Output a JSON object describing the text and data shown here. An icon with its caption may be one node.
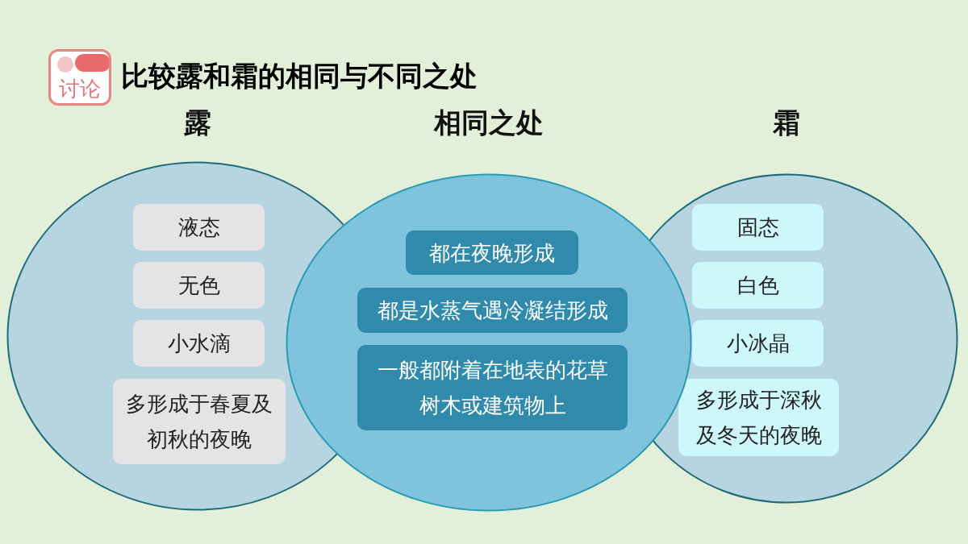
{
  "diagram": {
    "title": "比较露和霜的相同与不同之处",
    "nodes": [
      {
        "text": [
          "露"
        ]
      },
      {
        "text": [
          "液态"
        ],
        "in": 0
      },
      {
        "text": [
          "无色"
        ],
        "in": 0
      },
      {
        "text": [
          "小水滴"
        ],
        "in": 0
      },
      {
        "text": [
          "多形成于春夏及初秋的夜晚"
        ],
        "in": 0
      },
      {
        "text": [
          "相同之处"
        ]
      },
      {
        "text": [
          "都在夜晚形成"
        ],
        "in": 5
      },
      {
        "text": [
          "都是水蒸气遇冷凝结形成"
        ],
        "in": 5
      },
      {
        "text": [
          "一般都附着在地表的花草树木或建筑物上"
        ],
        "in": 5
      },
      {
        "text": [
          "霜"
        ]
      },
      {
        "text": [
          "固态"
        ],
        "in": 9
      },
      {
        "text": [
          "白色"
        ],
        "in": 9
      },
      {
        "text": [
          "小冰晶"
        ],
        "in": 9
      },
      {
        "text": [
          "多形成于深秋及冬天的夜晚"
        ],
        "in": 9
      }
    ],
    "labels": [
      "讨论"
    ]
  }
}
